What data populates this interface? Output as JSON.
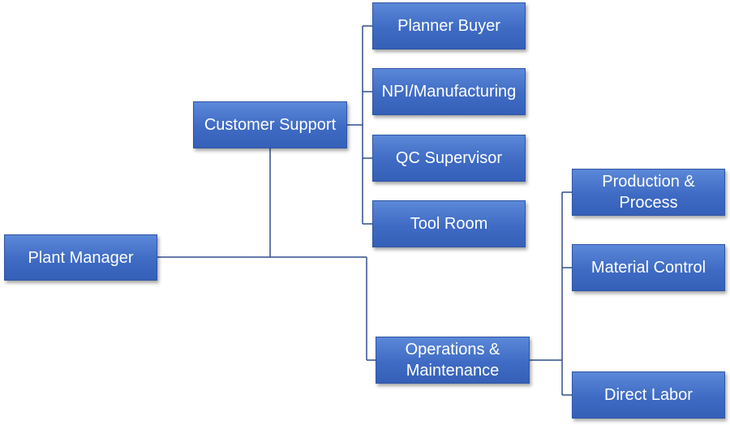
{
  "nodes": {
    "plant_manager": "Plant Manager",
    "customer_support": "Customer Support",
    "planner_buyer": "Planner Buyer",
    "npi_manufacturing": "NPI/Manufacturing",
    "qc_supervisor": "QC Supervisor",
    "tool_room": "Tool Room",
    "operations_maintenance": "Operations & Maintenance",
    "production_process": "Production & Process",
    "material_control": "Material Control",
    "direct_labor": "Direct Labor"
  },
  "colors": {
    "node_fill": "#4573c9",
    "node_border": "#2f55a4",
    "connector": "#2f4f8f",
    "text": "#ffffff"
  }
}
